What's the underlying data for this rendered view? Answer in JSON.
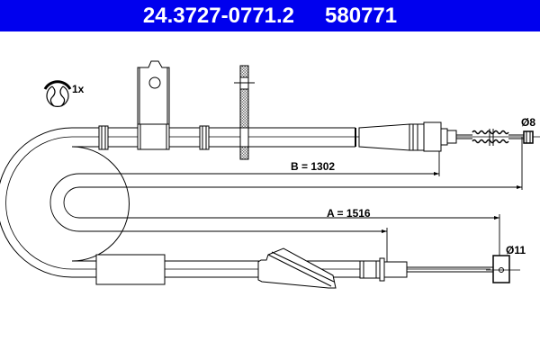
{
  "header": {
    "part_number": "24.3727-0771.2",
    "ref_number": "580771",
    "background_color": "#0000ee",
    "text_color": "#ffffff"
  },
  "diagram": {
    "type": "parking brake cable technical drawing",
    "clip_quantity": "1x",
    "dimension_b": "B = 1302",
    "dimension_a": "A = 1516",
    "diameter_top": "Ø8",
    "diameter_bottom": "Ø11",
    "line_color": "#000000"
  }
}
